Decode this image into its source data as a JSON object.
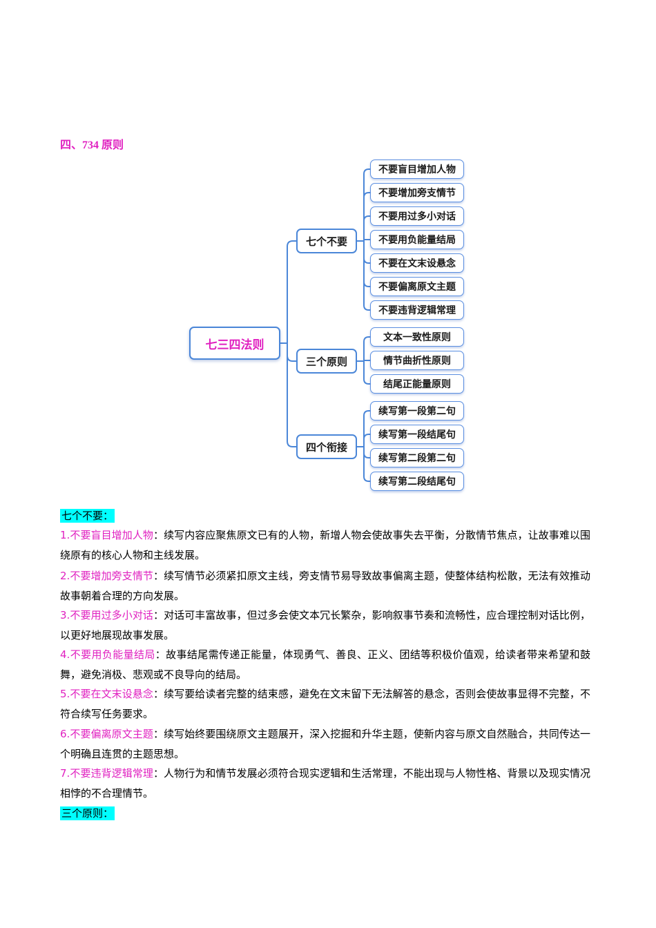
{
  "heading": "四、734 原则",
  "mindmap": {
    "root": "七三四法则",
    "branches": [
      {
        "label": "七个不要",
        "leaves": [
          "不要盲目增加人物",
          "不要增加旁支情节",
          "不要用过多小对话",
          "不要用负能量结局",
          "不要在文末设悬念",
          "不要偏离原文主题",
          "不要违背逻辑常理"
        ]
      },
      {
        "label": "三个原则",
        "leaves": [
          "文本一致性原则",
          "情节曲折性原则",
          "结尾正能量原则"
        ]
      },
      {
        "label": "四个衔接",
        "leaves": [
          "续写第一段第二句",
          "续写第一段结尾句",
          "续写第二段第二句",
          "续写第二段结尾句"
        ]
      }
    ]
  },
  "section1": {
    "label": "七个不要："
  },
  "items": [
    {
      "title": "1.不要盲目增加人物",
      "sep": "：",
      "body": "续写内容应聚焦原文已有的人物，新增人物会使故事失去平衡，分散情节焦点，让故事难以围绕原有的核心人物和主线发展。"
    },
    {
      "title": "2.不要增加旁支情节",
      "sep": "：",
      "body": "续写情节必须紧扣原文主线，旁支情节易导致故事偏离主题，使整体结构松散，无法有效推动故事朝着合理的方向发展。"
    },
    {
      "title": "3.不要用过多小对话",
      "sep": "：",
      "body": "对话可丰富故事，但过多会使文本冗长繁杂，影响叙事节奏和流畅性，应合理控制对话比例，以更好地展现故事发展。"
    },
    {
      "title": "4.不要用负能量结局",
      "sep": "：",
      "body": "故事结尾需传递正能量，体现勇气、善良、正义、团结等积极价值观，给读者带来希望和鼓舞，避免消极、悲观或不良导向的结局。"
    },
    {
      "title": "5.不要在文末设悬念",
      "sep": "：",
      "body": "续写要给读者完整的结束感，避免在文末留下无法解答的悬念，否则会使故事显得不完整，不符合续写任务要求。"
    },
    {
      "title": "6.不要偏离原文主题",
      "sep": "：",
      "body": "续写始终要围绕原文主题展开，深入挖掘和升华主题，使新内容与原文自然融合，共同传达一个明确且连贯的主题思想。"
    },
    {
      "title": "7.不要违背逻辑常理",
      "sep": "：",
      "body": "人物行为和情节发展必须符合现实逻辑和生活常理，不能出现与人物性格、背景以及现实情况相悖的不合理情节。"
    }
  ],
  "section2": {
    "label": "三个原则："
  },
  "colors": {
    "accent": "#e020c0",
    "highlight": "#00ffff",
    "node_border": "#4a86d8"
  }
}
